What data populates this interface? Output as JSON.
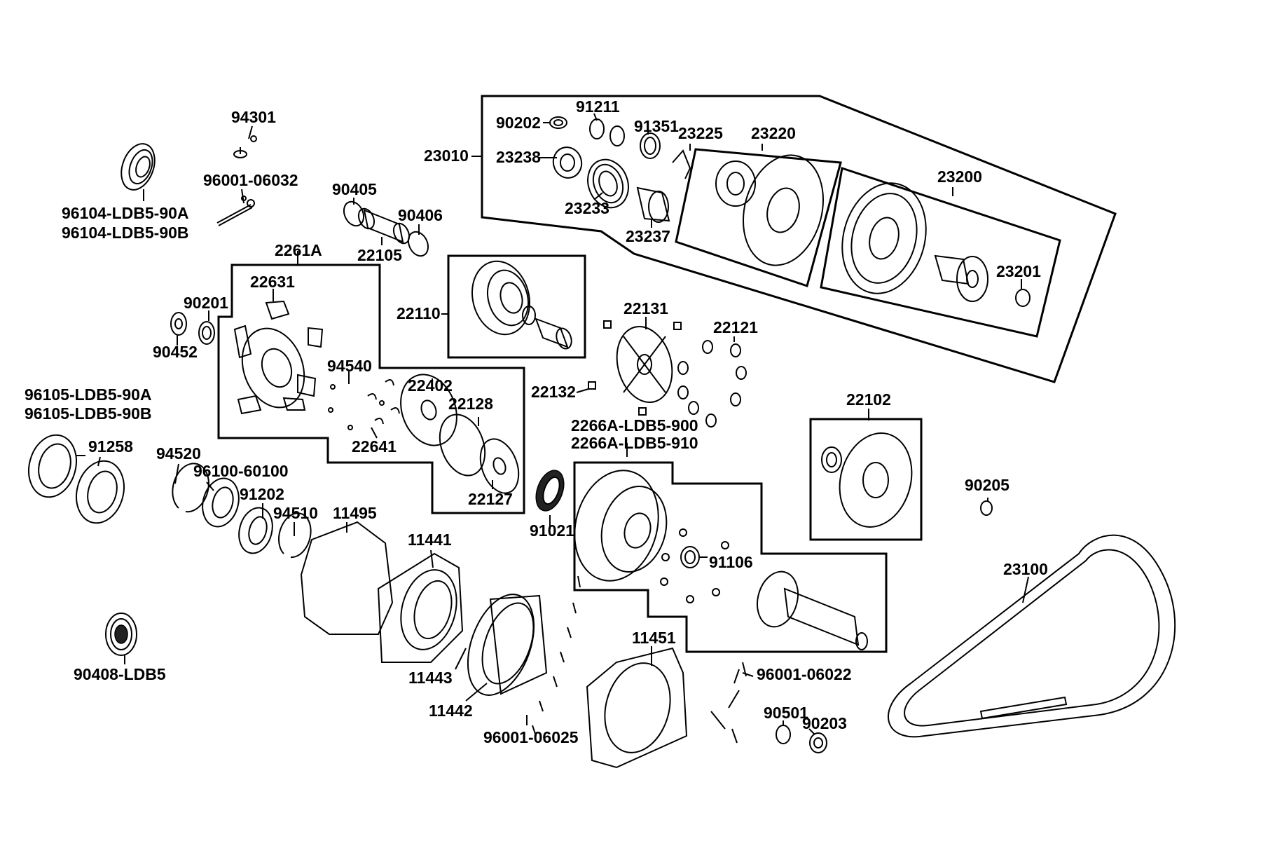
{
  "diagram": {
    "labels": [
      "94301",
      "96001-06032",
      "96104-LDB5-90A",
      "96104-LDB5-90B",
      "90405",
      "90406",
      "22105",
      "2261A",
      "22631",
      "90201",
      "90452",
      "94540",
      "22402",
      "22128",
      "22641",
      "22127",
      "96105-LDB5-90A",
      "96105-LDB5-90B",
      "91258",
      "94520",
      "96100-60100",
      "91202",
      "94510",
      "11495",
      "11441",
      "11443",
      "11442",
      "96001-06025",
      "90408-LDB5",
      "22110",
      "23010",
      "90202",
      "91211",
      "91351",
      "23225",
      "23220",
      "23238",
      "23233",
      "23237",
      "23200",
      "23201",
      "22131",
      "22121",
      "22132",
      "2266A-LDB5-900",
      "2266A-LDB5-910",
      "91021",
      "91106",
      "22102",
      "90205",
      "23100",
      "11451",
      "96001-06022",
      "90501",
      "90203"
    ]
  }
}
